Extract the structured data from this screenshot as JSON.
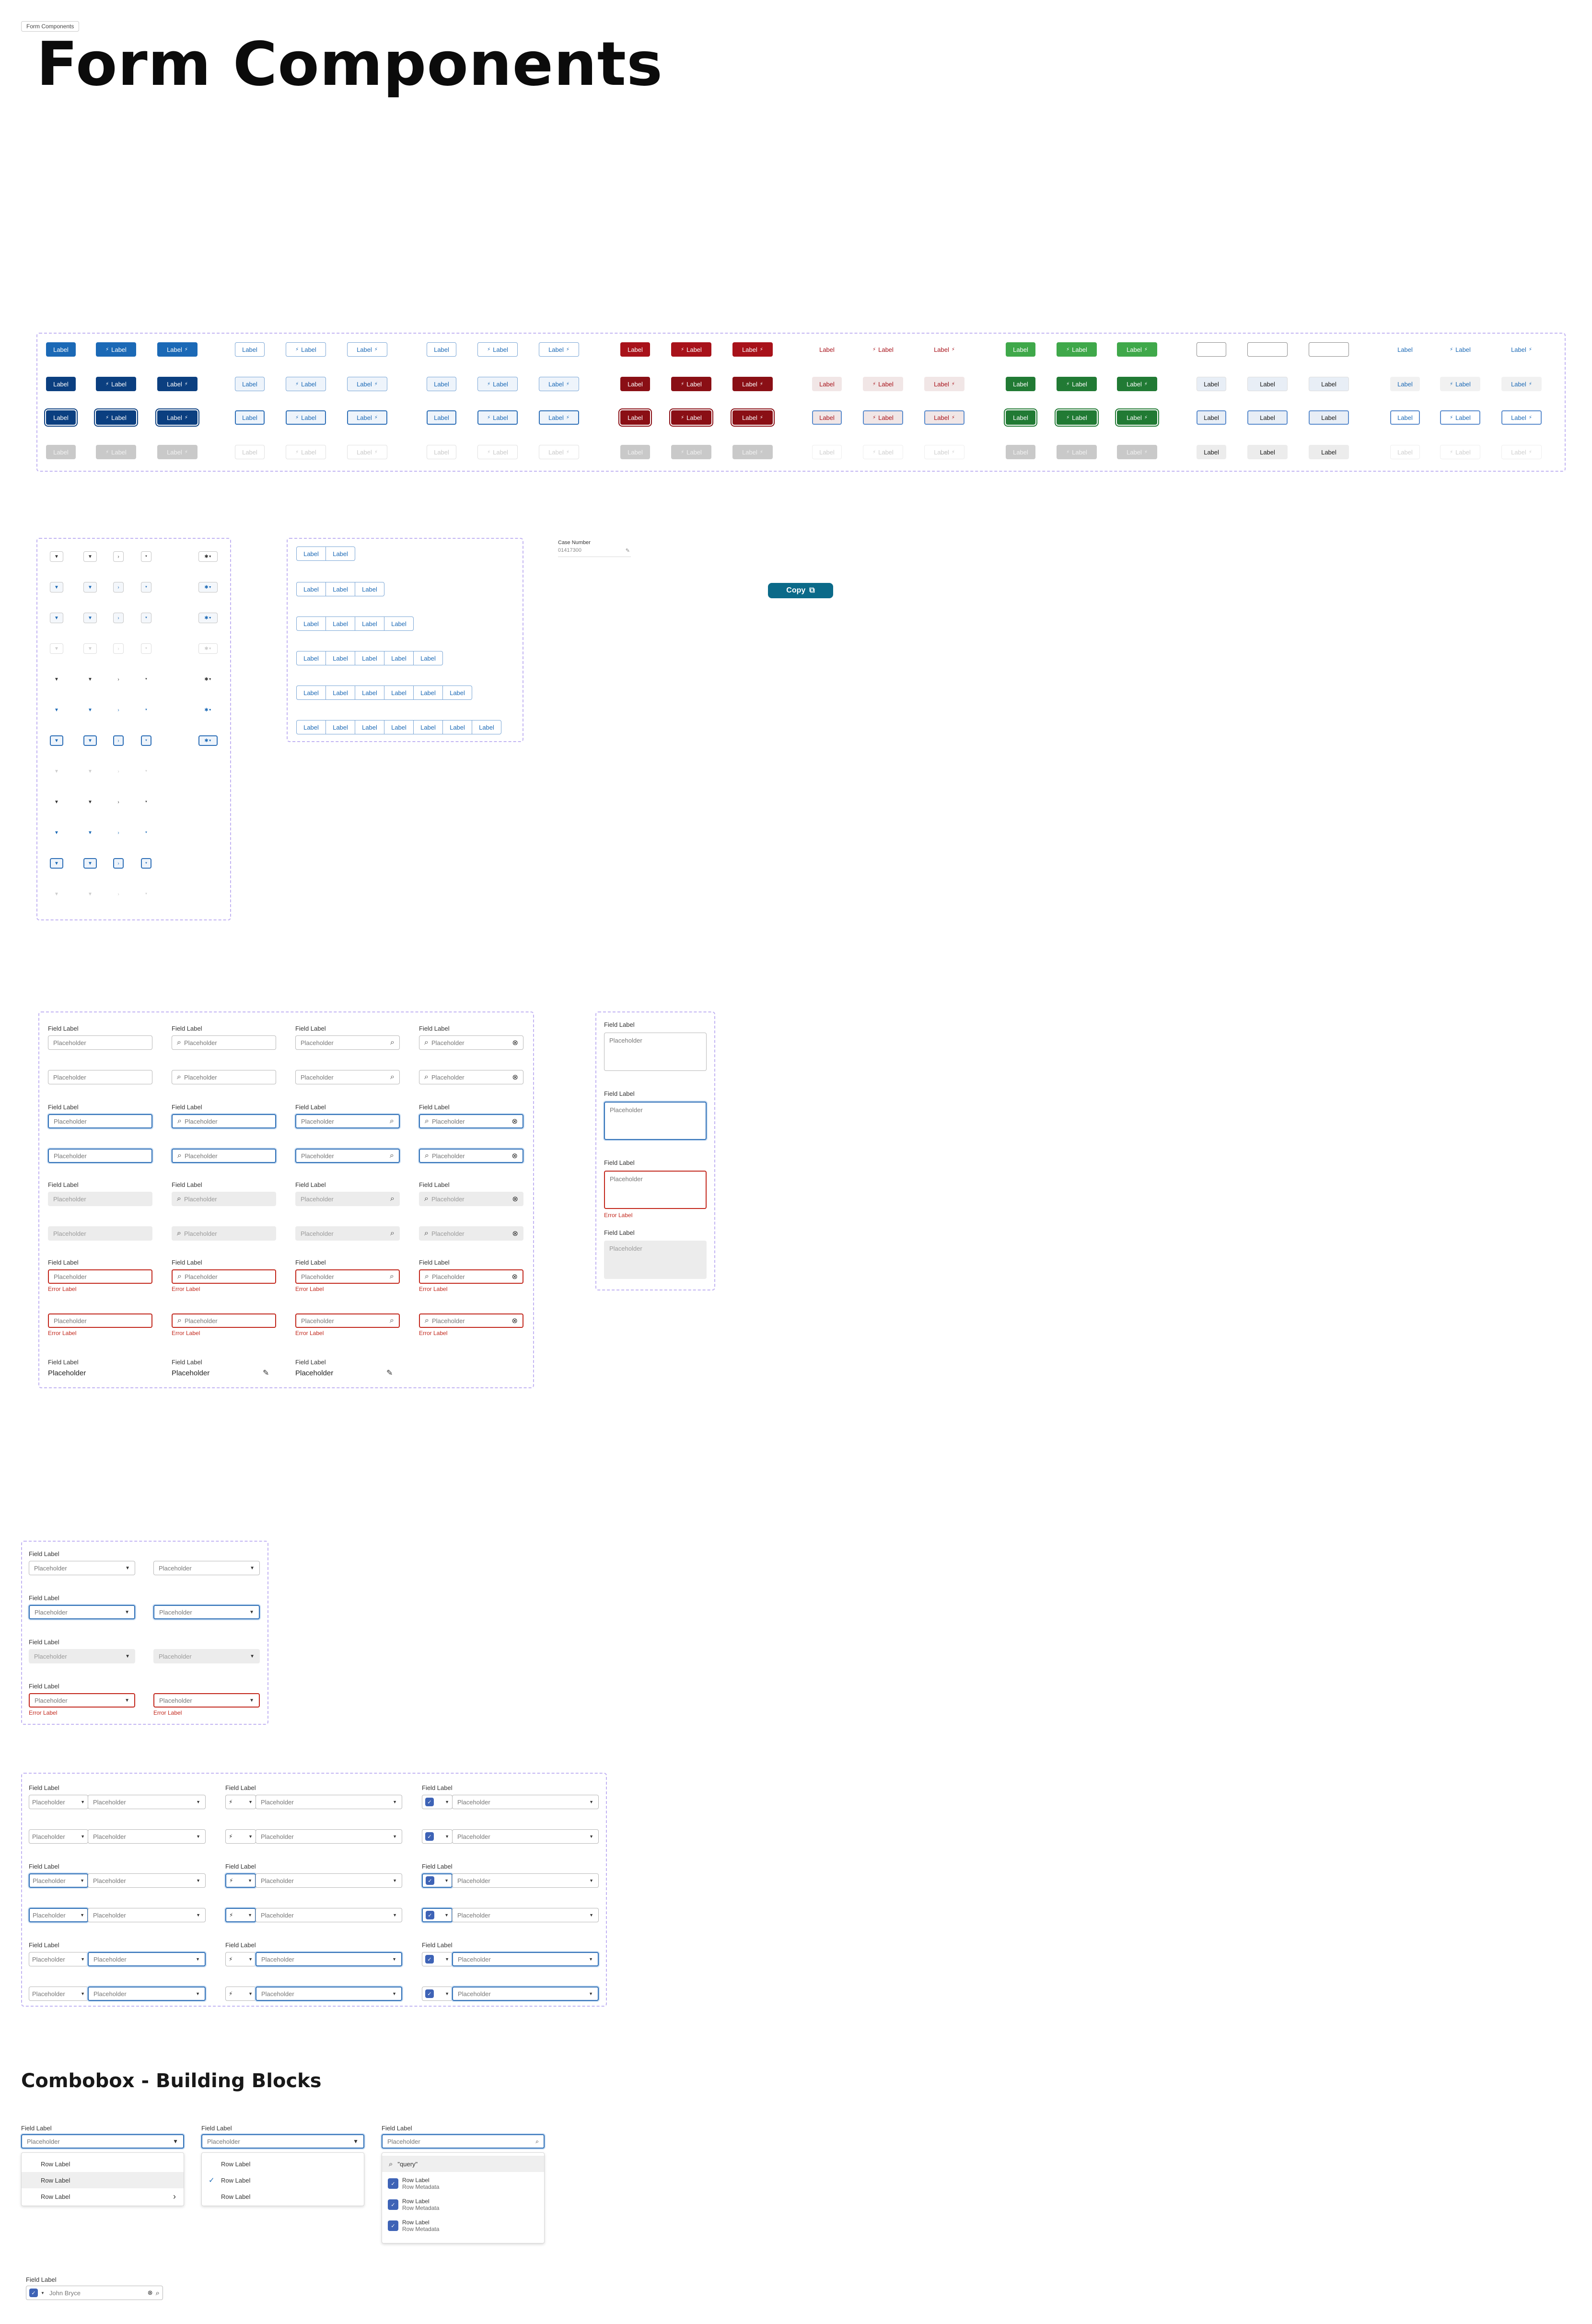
{
  "page": {
    "breadcrumb_tag": "Form Components",
    "title": "Form Components"
  },
  "common": {
    "label": "Label",
    "placeholder": "Placeholder",
    "field_label": "Field Label",
    "error_label": "Error Label"
  },
  "icons": {
    "bolt": "⚡",
    "chevron_down": "▼",
    "chevron_right": "›",
    "search": "⌕",
    "clear": "⊗",
    "pencil": "✎",
    "gear": "✱",
    "check": "✓",
    "copy": "⧉"
  },
  "colors": {
    "brand_blue": "#1b69b6",
    "dark_blue": "#0b3f80",
    "danger": "#a8121a",
    "success": "#3fa84a",
    "success_dark": "#217a34",
    "copy_button": "#0b6a89",
    "dashed_outline": "#c2b4f2",
    "error": "#c2261b"
  },
  "case_number": {
    "label": "Case Number",
    "value": "01417300"
  },
  "copy_button": {
    "label": "Copy"
  },
  "combobox": {
    "section_title": "Combobox - Building Blocks",
    "menu1": [
      "Row Label",
      "Row Label",
      "Row Label"
    ],
    "menu2": [
      "Row Label",
      "Row Label",
      "Row Label"
    ],
    "menu3_query": "\"query\"",
    "menu3_rows": [
      {
        "label": "Row Label",
        "meta": "Row Metadata"
      },
      {
        "label": "Row Label",
        "meta": "Row Metadata"
      },
      {
        "label": "Row Label",
        "meta": "Row Metadata"
      }
    ],
    "lookup_value": "John Bryce"
  }
}
